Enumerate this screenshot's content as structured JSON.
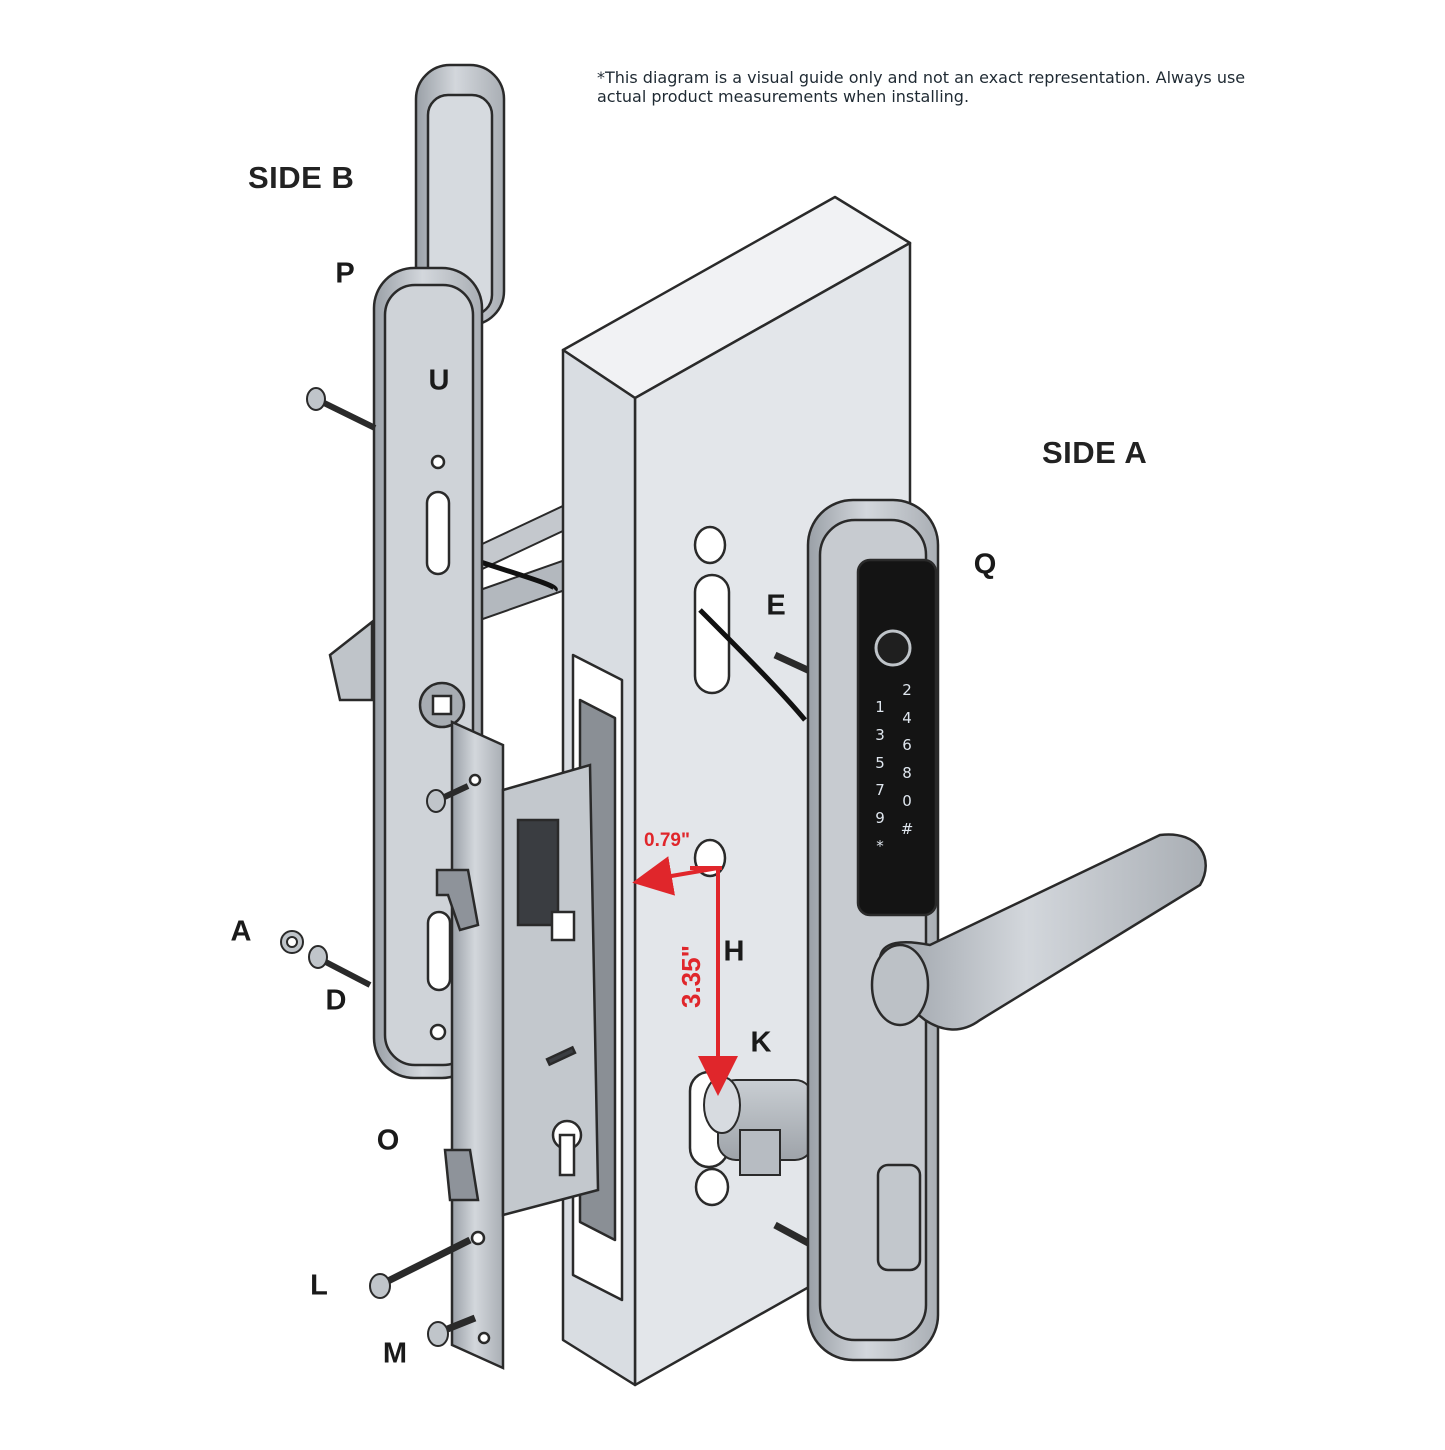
{
  "note": "*This diagram is a visual guide only and not an exact representation. Always use actual product measurements when installing.",
  "sides": {
    "b": "SIDE B",
    "a": "SIDE A"
  },
  "labels": {
    "P": "P",
    "U": "U",
    "A": "A",
    "D": "D",
    "O": "O",
    "L": "L",
    "M": "M",
    "E": "E",
    "Q": "Q",
    "H": "H",
    "K": "K"
  },
  "dimensions": {
    "horizontal": "0.79\"",
    "vertical": "3.35\""
  },
  "keypad": [
    "1",
    "2",
    "3",
    "4",
    "5",
    "6",
    "7",
    "8",
    "9",
    "0",
    "*",
    "#"
  ],
  "colors": {
    "dimension": "#e0262b",
    "metal": "#b9bec4",
    "outline": "#2a2a2a",
    "door": "#e8eaed",
    "keypad": "#141414"
  }
}
